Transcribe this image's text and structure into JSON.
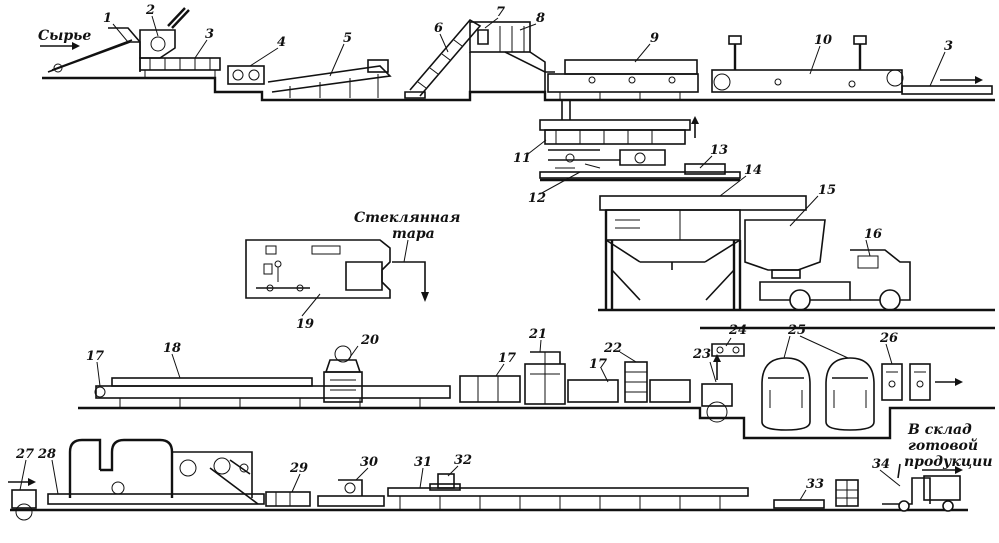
{
  "labels": {
    "raw_material": "Сырье",
    "glass_container": "Стеклянная тара",
    "glass_container_line1": "Стеклянная",
    "glass_container_line2": "тара",
    "warehouse_line1": "В склад",
    "warehouse_line2": "готовой",
    "warehouse_line3": "продукции"
  },
  "callouts": [
    "1",
    "2",
    "3",
    "4",
    "5",
    "6",
    "7",
    "8",
    "9",
    "10",
    "3",
    "11",
    "12",
    "13",
    "14",
    "15",
    "16",
    "17",
    "18",
    "19",
    "20",
    "17",
    "21",
    "22",
    "17",
    "23",
    "24",
    "25",
    "26",
    "27",
    "28",
    "29",
    "30",
    "31",
    "32",
    "33",
    "34"
  ]
}
